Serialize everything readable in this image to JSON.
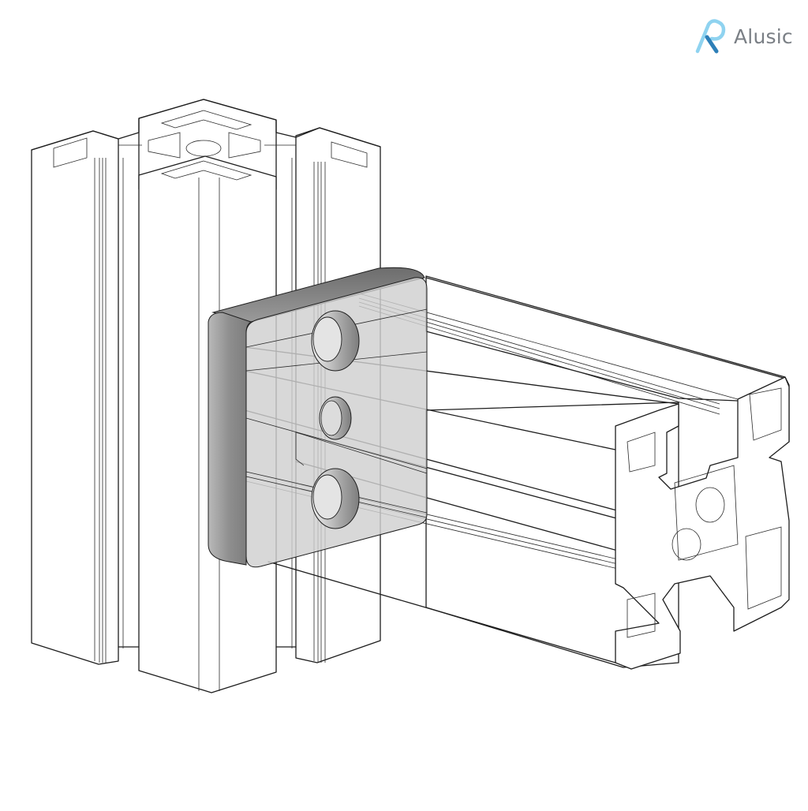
{
  "brand": {
    "name": "Alusic",
    "mark_color_light": "#8fd3f0",
    "mark_color_dark": "#2d7fb8",
    "text_color": "#7a7f85"
  },
  "illustration": {
    "subject": "aluminum-extrusion-corner-connection",
    "parts": [
      "vertical-profile-cluster",
      "horizontal-profile-4080",
      "connector-plate"
    ],
    "plate_color": "#cfcfcf",
    "plate_edge_color": "#8c8c8c",
    "line_color": "#1e1e1e",
    "background": "#ffffff",
    "plate_holes": 3
  }
}
